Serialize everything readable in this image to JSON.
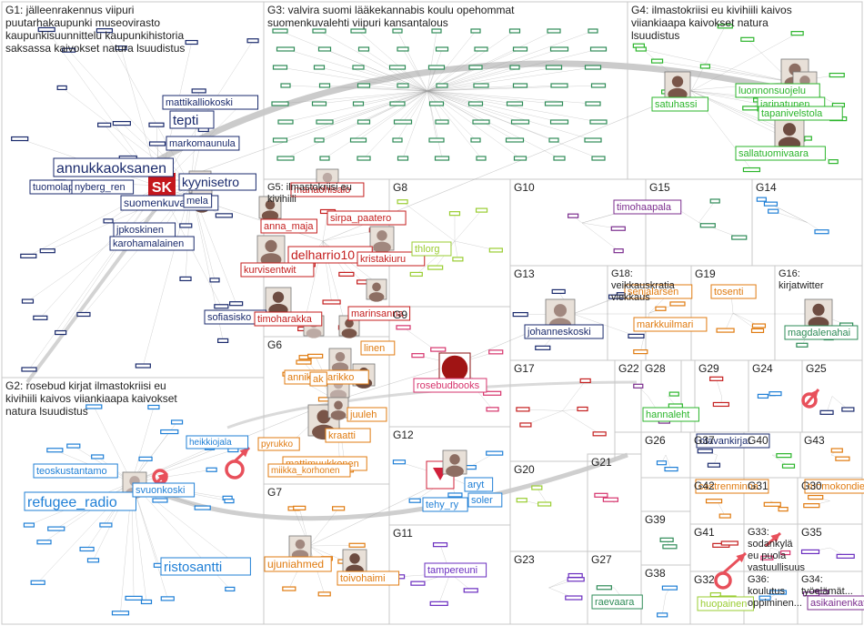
{
  "colors": {
    "G1": "#1a2a6c",
    "G2": "#1f7fd6",
    "G3": "#2e8b57",
    "G4": "#2bb52b",
    "G5": "#c41e1e",
    "G6": "#e07b10",
    "G7": "#e07b10",
    "G8": "#9acd32",
    "G9": "#d6336c",
    "G10": "#7b2d8e",
    "G11": "#6a2dbf",
    "G12": "#1f7fd6",
    "G13": "#1a2a6c",
    "G14": "#1f7fd6",
    "G15": "#2e8b57",
    "G16": "#2e8b57",
    "G17": "#c41e1e",
    "G18": "#e07b10",
    "G19": "#e07b10",
    "G20": "#9acd32",
    "G21": "#d6336c",
    "G22": "#7b2d8e",
    "G23": "#6a2dbf",
    "G24": "#1f7fd6",
    "G25": "#1a2a6c",
    "G26": "#1f7fd6",
    "G27": "#2e8b57",
    "G28": "#2bb52b",
    "G29": "#c41e1e",
    "G30": "#e07b10",
    "G31": "#e07b10",
    "G32": "#9acd32",
    "G33": "#d6336c",
    "G34": "#7b2d8e",
    "G35": "#6a2dbf",
    "G36": "#1f7fd6",
    "G37": "#1a2a6c",
    "G38": "#1f7fd6",
    "G39": "#2e8b57",
    "G40": "#2bb52b",
    "G41": "#c41e1e",
    "G42": "#e07b10",
    "G43": "#e07b10",
    "edge": "#9a9a9a",
    "arc": "#b5b5b5",
    "highlight": "#e8505b"
  },
  "groups": [
    {
      "id": "G1",
      "label": "G1: jälleenrakennus viipuri puutarhakaupunki museovirasto kaupunkisuunnittelu kaupunkihistoria saksassa kaivokset natura lsuudistus"
    },
    {
      "id": "G2",
      "label": "G2: rosebud kirjat ilmastokriisi eu kivihiili kaivos viiankiaapa kaivokset natura lsuudistus"
    },
    {
      "id": "G3",
      "label": "G3: valvira suomi lääkekannabis koulu opehommat suomenkuvalehti viipuri kansantalous"
    },
    {
      "id": "G4",
      "label": "G4: ilmastokriisi eu kivihiili kaivos viiankiaapa kaivokset natura lsuudistus"
    },
    {
      "id": "G5",
      "label": "G5: ilmastokriisi eu kivihiili"
    },
    {
      "id": "G6",
      "label": "G6"
    },
    {
      "id": "G7",
      "label": "G7"
    },
    {
      "id": "G8",
      "label": "G8"
    },
    {
      "id": "G9",
      "label": "G9"
    },
    {
      "id": "G10",
      "label": "G10"
    },
    {
      "id": "G11",
      "label": "G11"
    },
    {
      "id": "G12",
      "label": "G12"
    },
    {
      "id": "G13",
      "label": "G13"
    },
    {
      "id": "G14",
      "label": "G14"
    },
    {
      "id": "G15",
      "label": "G15"
    },
    {
      "id": "G16",
      "label": "G16: kirjatwitter"
    },
    {
      "id": "G17",
      "label": "G17"
    },
    {
      "id": "G18",
      "label": "G18: veikkauskratia viekkaus"
    },
    {
      "id": "G19",
      "label": "G19"
    },
    {
      "id": "G20",
      "label": "G20"
    },
    {
      "id": "G21",
      "label": "G21"
    },
    {
      "id": "G22",
      "label": "G22"
    },
    {
      "id": "G23",
      "label": "G23"
    },
    {
      "id": "G24",
      "label": "G24"
    },
    {
      "id": "G25",
      "label": "G25"
    },
    {
      "id": "G26",
      "label": "G26"
    },
    {
      "id": "G27",
      "label": "G27"
    },
    {
      "id": "G28",
      "label": "G28"
    },
    {
      "id": "G29",
      "label": "G29"
    },
    {
      "id": "G30",
      "label": "G30"
    },
    {
      "id": "G31",
      "label": "G31"
    },
    {
      "id": "G32",
      "label": "G32"
    },
    {
      "id": "G33",
      "label": "G33: sodankylä eu puola vastuullisuus"
    },
    {
      "id": "G34",
      "label": "G34: työelämät..."
    },
    {
      "id": "G35",
      "label": "G35"
    },
    {
      "id": "G36",
      "label": "G36: koulutus oppiminen..."
    },
    {
      "id": "G37",
      "label": "G37"
    },
    {
      "id": "G38",
      "label": "G38"
    },
    {
      "id": "G39",
      "label": "G39"
    },
    {
      "id": "G40",
      "label": "G40"
    },
    {
      "id": "G41",
      "label": "G41"
    },
    {
      "id": "G42",
      "label": "G42"
    },
    {
      "id": "G43",
      "label": "G43"
    }
  ],
  "nodes": [
    {
      "label": "annukkaoksanen",
      "g": "G1"
    },
    {
      "label": "tepti",
      "g": "G1"
    },
    {
      "label": "mattikalliokoski",
      "g": "G1"
    },
    {
      "label": "markomaunula",
      "g": "G1"
    },
    {
      "label": "kyynisetro",
      "g": "G1"
    },
    {
      "label": "suomenkuvalehti",
      "g": "G1"
    },
    {
      "label": "mela",
      "g": "G1"
    },
    {
      "label": "tuomolap",
      "g": "G1"
    },
    {
      "label": "nyberg_ren",
      "g": "G1"
    },
    {
      "label": "jpkoskinen",
      "g": "G1"
    },
    {
      "label": "karohamalainen",
      "g": "G1"
    },
    {
      "label": "sofiasisko",
      "g": "G1"
    },
    {
      "label": "refugee_radio",
      "g": "G2"
    },
    {
      "label": "teoskustantamo",
      "g": "G2"
    },
    {
      "label": "svuonkoski",
      "g": "G2"
    },
    {
      "label": "ristosantti",
      "g": "G2"
    },
    {
      "label": "satuhassi",
      "g": "G4"
    },
    {
      "label": "luonnonsuojelu",
      "g": "G4"
    },
    {
      "label": "jarinatunen",
      "g": "G4"
    },
    {
      "label": "tapanivelstola",
      "g": "G4"
    },
    {
      "label": "sallatuomivaara",
      "g": "G4"
    },
    {
      "label": "mariaohisalo",
      "g": "G5"
    },
    {
      "label": "anna_maja",
      "g": "G5"
    },
    {
      "label": "sirpa_paatero",
      "g": "G5"
    },
    {
      "label": "delharrio10",
      "g": "G5"
    },
    {
      "label": "kristakiuru",
      "g": "G5"
    },
    {
      "label": "kurvisentwit",
      "g": "G5"
    },
    {
      "label": "timoharakka",
      "g": "G5"
    },
    {
      "label": "marinsanna",
      "g": "G5"
    },
    {
      "label": "annikasaarikko",
      "g": "G6"
    },
    {
      "label": "linen",
      "g": "G6"
    },
    {
      "label": "ak",
      "g": "G6"
    },
    {
      "label": "juuleh",
      "g": "G6"
    },
    {
      "label": "kraatti",
      "g": "G6"
    },
    {
      "label": "mattimuukkonen",
      "g": "G6"
    },
    {
      "label": "ujuniahmed",
      "g": "G7"
    },
    {
      "label": "toivohaimi",
      "g": "G7"
    },
    {
      "label": "thlorg",
      "g": "G8"
    },
    {
      "label": "rosebudbooks",
      "g": "G9"
    },
    {
      "label": "timohaapala",
      "g": "G10"
    },
    {
      "label": "tehy_ry",
      "g": "G12"
    },
    {
      "label": "aryt",
      "g": "G12"
    },
    {
      "label": "soler",
      "g": "G12"
    },
    {
      "label": "johanneskoski",
      "g": "G13"
    },
    {
      "label": "magdalenahai",
      "g": "G16"
    },
    {
      "label": "senjalarsen",
      "g": "G18"
    },
    {
      "label": "markkuilmari",
      "g": "G18"
    },
    {
      "label": "tosenti",
      "g": "G19"
    },
    {
      "label": "hannaleht",
      "g": "G28"
    },
    {
      "label": "otavankirjat",
      "g": "G37"
    },
    {
      "label": "castrenminna",
      "g": "G42"
    },
    {
      "label": "tuomokondie",
      "g": "G30"
    },
    {
      "label": "raevaara",
      "g": "G27"
    },
    {
      "label": "huopainen",
      "g": "G32"
    },
    {
      "label": "asikainenkatja",
      "g": "G34"
    },
    {
      "label": "tampereuni",
      "g": "G11"
    },
    {
      "label": "heikkiojala",
      "g": "G2"
    },
    {
      "label": "miikka_korhonen",
      "g": "G6"
    },
    {
      "label": "pyrukko",
      "g": "G6"
    }
  ]
}
